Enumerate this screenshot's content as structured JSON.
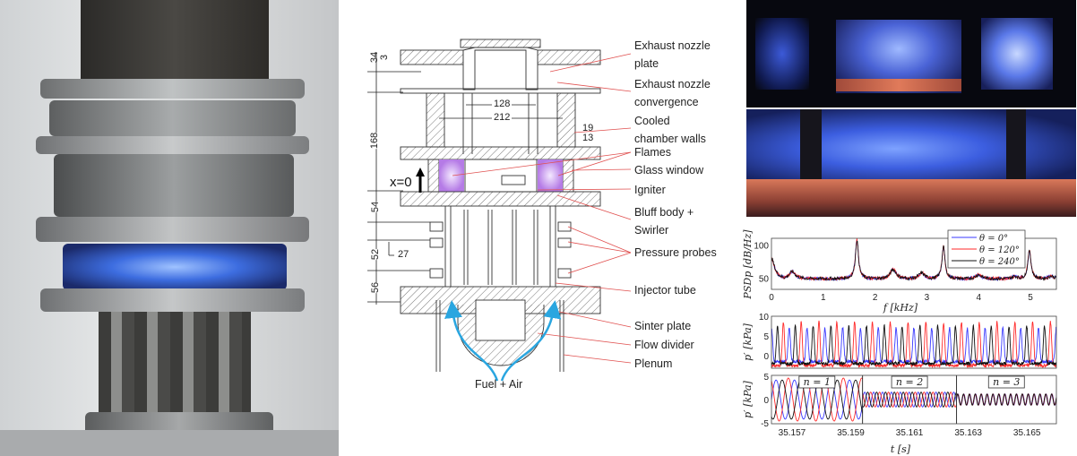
{
  "diagram": {
    "labels": [
      "Exhaust nozzle plate",
      "Exhaust nozzle convergence",
      "Cooled chamber walls",
      "Flames",
      "Glass window",
      "Igniter",
      "Bluff body + Swirler",
      "Pressure probes",
      "Injector tube",
      "Sinter plate",
      "Flow divider",
      "Plenum"
    ],
    "label_lines": [
      [
        "Exhaust nozzle",
        "plate"
      ],
      [
        "Exhaust nozzle",
        "convergence"
      ],
      [
        "Cooled",
        "chamber walls"
      ],
      [
        "Flames"
      ],
      [
        "Glass window"
      ],
      [
        "Igniter"
      ],
      [
        "Bluff body +",
        "Swirler"
      ],
      [
        "Pressure probes"
      ],
      [
        "Injector tube"
      ],
      [
        "Sinter plate"
      ],
      [
        "Flow divider"
      ],
      [
        "Plenum"
      ]
    ],
    "dimensions": {
      "d34": "34",
      "d3": "3",
      "d168": "168",
      "d54": "54",
      "d52": "52",
      "d56": "56",
      "d27": "27",
      "d128": "128",
      "d212": "212",
      "d19": "19",
      "d13": "13"
    },
    "origin_label": "x=0",
    "inflow_label": "Fuel + Air",
    "colors": {
      "leader": "#e0504f",
      "arrow": "#2aa6e0",
      "flame": "#b57be6"
    }
  },
  "chart_data": [
    {
      "type": "line",
      "xlabel": "f [kHz]",
      "ylabel": "PSDp [dB/Hz]",
      "xlim": [
        0,
        5.5
      ],
      "ylim": [
        33,
        110
      ],
      "xticks": [
        "0",
        "1",
        "2",
        "3",
        "4",
        "5"
      ],
      "yticks": [
        "50",
        "100"
      ],
      "legend": {
        "position": "top-right",
        "entries": [
          "θ = 0°",
          "θ = 120°",
          "θ = 240°"
        ]
      },
      "series_colors": [
        "#3a3aff",
        "#ff2a2a",
        "#111111"
      ],
      "baseline_db": 49,
      "peaks": [
        {
          "f": 0.0,
          "db": 80
        },
        {
          "f": 0.4,
          "db": 60
        },
        {
          "f": 1.65,
          "db": 108
        },
        {
          "f": 2.35,
          "db": 63
        },
        {
          "f": 2.9,
          "db": 58
        },
        {
          "f": 3.32,
          "db": 98
        },
        {
          "f": 4.0,
          "db": 55
        },
        {
          "f": 4.7,
          "db": 53
        },
        {
          "f": 4.98,
          "db": 93
        },
        {
          "f": 5.4,
          "db": 53
        }
      ]
    },
    {
      "type": "line",
      "xlabel": "",
      "ylabel": "p′ [kPa]",
      "ylim": [
        -3.2,
        10
      ],
      "yticks": [
        "10",
        "5",
        "0"
      ],
      "freq_khz": 1.65,
      "series": [
        {
          "name": "θ = 0°",
          "color": "#3a3aff",
          "peak": 7,
          "base": -1.5,
          "phase": 0.0
        },
        {
          "name": "θ = 120°",
          "color": "#ff2a2a",
          "peak": 8.5,
          "base": -2.5,
          "phase": 0.33
        },
        {
          "name": "θ = 240°",
          "color": "#111111",
          "peak": 7.5,
          "base": -2,
          "phase": 0.66
        }
      ]
    },
    {
      "type": "line",
      "xlabel": "t [s]",
      "ylabel": "p′ [kPa]",
      "xlim": [
        35.1563,
        35.166
      ],
      "ylim": [
        -5.2,
        5.2
      ],
      "xticks": [
        "35.157",
        "35.159",
        "35.161",
        "35.163",
        "35.165"
      ],
      "xtick_values": [
        35.157,
        35.159,
        35.161,
        35.163,
        35.165
      ],
      "yticks": [
        "5",
        "0",
        "-5"
      ],
      "segments": [
        {
          "label": "n = 1",
          "t0": 35.1563,
          "t1": 35.1594,
          "freq_khz": 1.6,
          "amp": 4.2
        },
        {
          "label": "n = 2",
          "t0": 35.1594,
          "t1": 35.1626,
          "freq_khz": 3.3,
          "amp": 1.6
        },
        {
          "label": "n = 3",
          "t0": 35.1626,
          "t1": 35.166,
          "freq_khz": 5.0,
          "amp": 1.2
        }
      ],
      "series_colors": [
        "#3a3aff",
        "#ff2a2a",
        "#111111"
      ]
    }
  ]
}
